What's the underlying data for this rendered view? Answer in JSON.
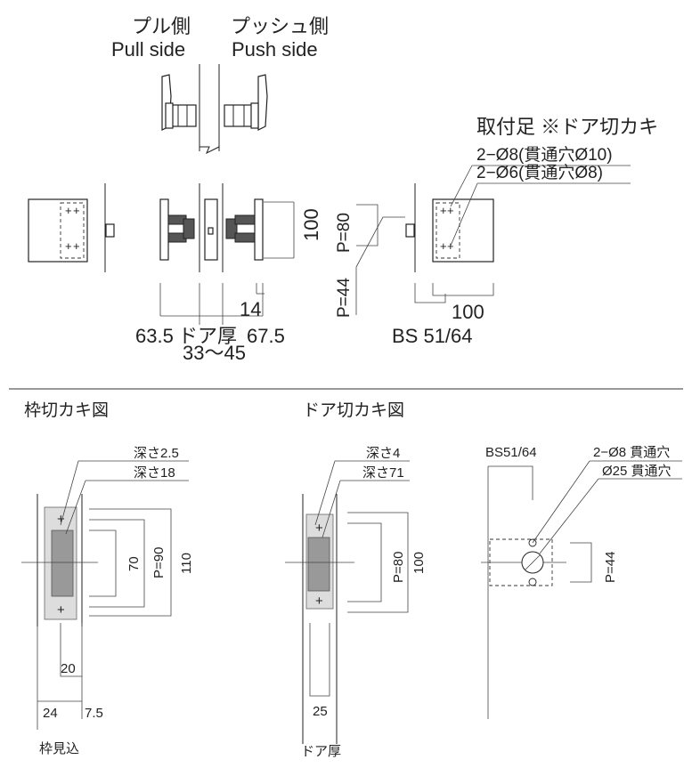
{
  "top": {
    "pull_jp": "プル側",
    "pull_en": "Pull side",
    "push_jp": "プッシュ側",
    "push_en": "Push side",
    "dim_100_side": "100",
    "dim_14": "14",
    "dim_635": "63.5",
    "dim_door_label": "ドア厚",
    "dim_675": "67.5",
    "dim_door_range": "33～45",
    "p80": "P=80",
    "p44": "P=44",
    "dim_100_bottom": "100",
    "bs": "BS 51/64",
    "foot_title": "取付足 ※ドア切カキ",
    "foot_line1": "2−Ø8(貫通穴Ø10)",
    "foot_line2": "2−Ø6(貫通穴Ø8)"
  },
  "frame_cut": {
    "title": "枠切カキ図",
    "depth1": "深さ2.5",
    "depth2": "深さ18",
    "d70": "70",
    "p90": "P=90",
    "d110": "110",
    "d20": "20",
    "d24": "24",
    "d75": "7.5",
    "frame_depth": "枠見込"
  },
  "door_cut": {
    "title": "ドア切カキ図",
    "depth1": "深さ4",
    "depth2": "深さ71",
    "p80": "P=80",
    "d100": "100",
    "d25": "25",
    "door_thickness": "ドア厚"
  },
  "door_holes": {
    "bs": "BS51/64",
    "hole1": "2−Ø8 貫通穴",
    "hole2": "Ø25 貫通穴",
    "p44": "P=44"
  }
}
